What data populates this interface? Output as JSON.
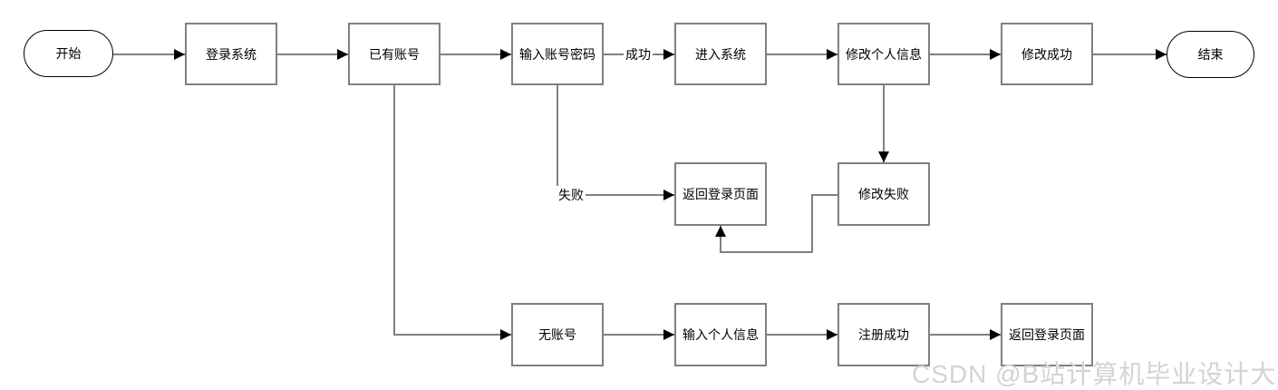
{
  "diagram": {
    "nodes": {
      "start": "开始",
      "login_system": "登录系统",
      "has_account": "已有账号",
      "enter_credentials": "输入账号密码",
      "enter_system": "进入系统",
      "modify_info": "修改个人信息",
      "modify_success": "修改成功",
      "end": "结束",
      "return_login": "返回登录页面",
      "modify_fail": "修改失败",
      "no_account": "无账号",
      "enter_personal_info": "输入个人信息",
      "register_success": "注册成功",
      "return_login_2": "返回登录页面"
    },
    "edge_labels": {
      "success": "成功",
      "fail": "失败"
    },
    "colors": {
      "box_border": "#808080",
      "line": "#808080",
      "arrowhead": "#000000",
      "text": "#000000",
      "watermark": "#d3d3d3"
    }
  },
  "watermark": "CSDN @B站计算机毕业设计大学"
}
